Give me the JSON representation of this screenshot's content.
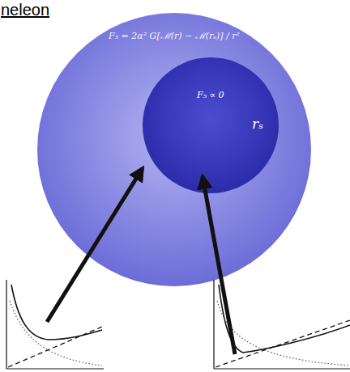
{
  "diagram": {
    "title": "neleon",
    "nodes": [
      {
        "text": [
          "F₅ = 2α² G[ℳ(r) − ℳ(rₛ)] / r²"
        ]
      },
      {
        "text": [
          "F₅ ∝ 0",
          "rₛ"
        ],
        "in": 0
      }
    ]
  }
}
